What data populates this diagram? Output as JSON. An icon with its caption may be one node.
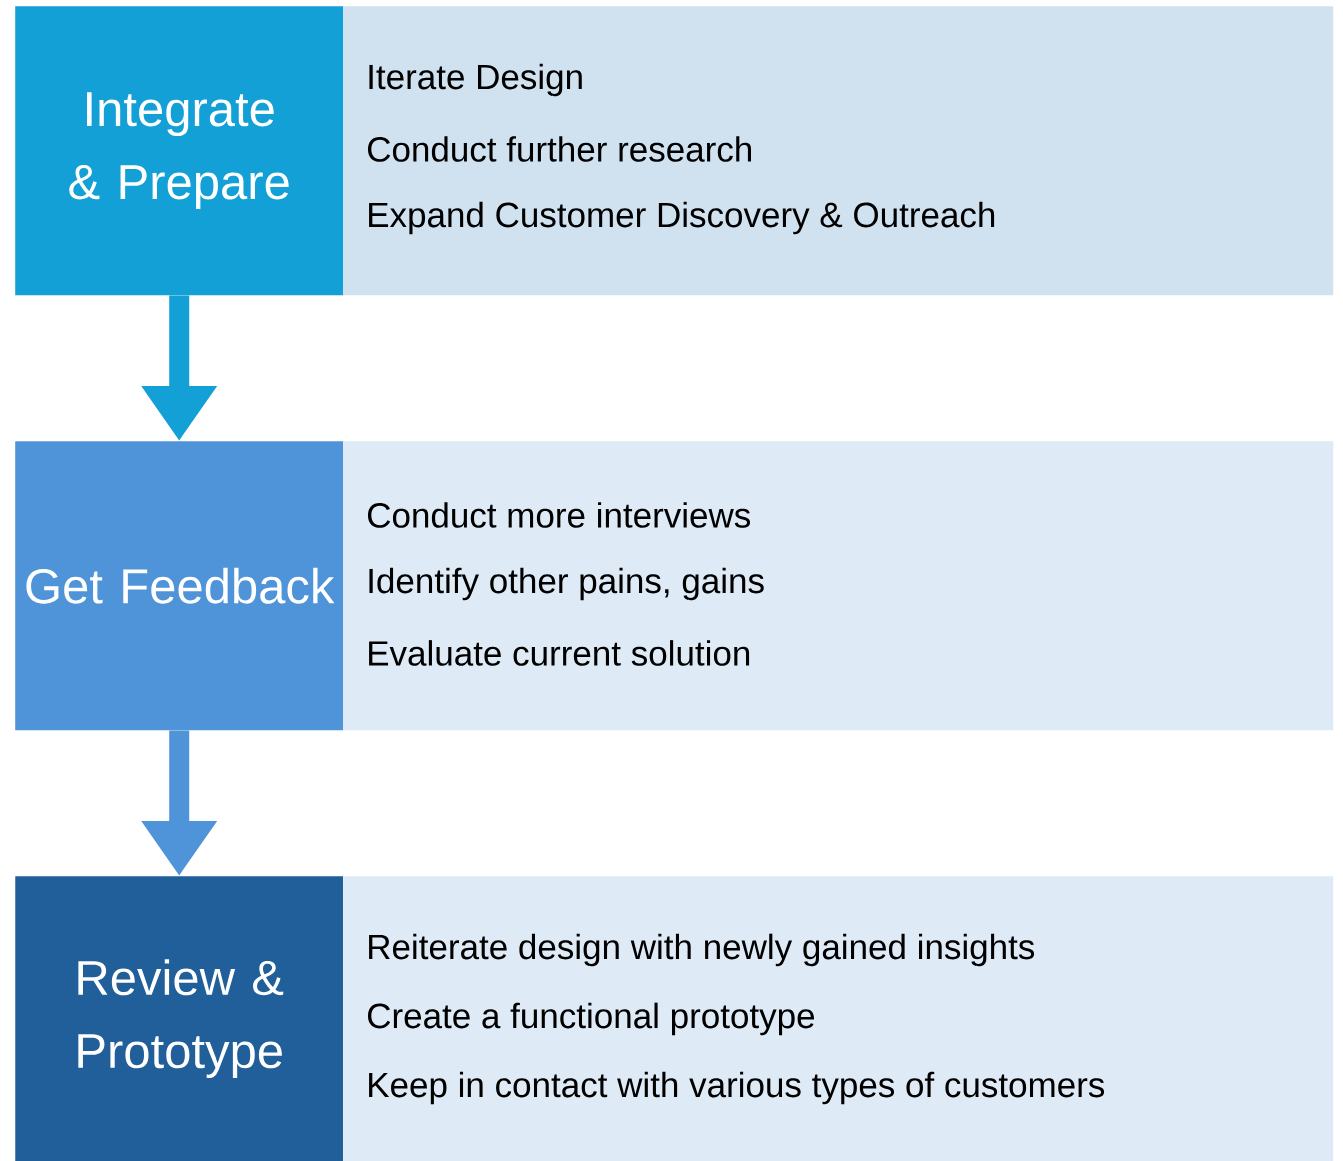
{
  "diagram": {
    "nodes": [
      {
        "text": [
          "Integrate & Prepare"
        ]
      },
      {
        "text": [
          "Iterate Design",
          "Conduct further research",
          "Expand Customer Discovery & Outreach"
        ]
      },
      {
        "text": [
          "Get Feedback"
        ]
      },
      {
        "text": [
          "Conduct more interviews",
          "Identify other pains, gains",
          "Evaluate current solution"
        ]
      },
      {
        "text": [
          "Review & Prototype"
        ]
      },
      {
        "text": [
          "Reiterate design with newly gained insights",
          "Create a functional prototype",
          "Keep in contact with various types of customers"
        ]
      }
    ],
    "edges": [
      {
        "from": 0,
        "to": 2,
        "arrow": "to",
        "color": "#12a0d7"
      },
      {
        "from": 2,
        "to": 4,
        "arrow": "to",
        "color": "#4f93d8"
      }
    ]
  }
}
